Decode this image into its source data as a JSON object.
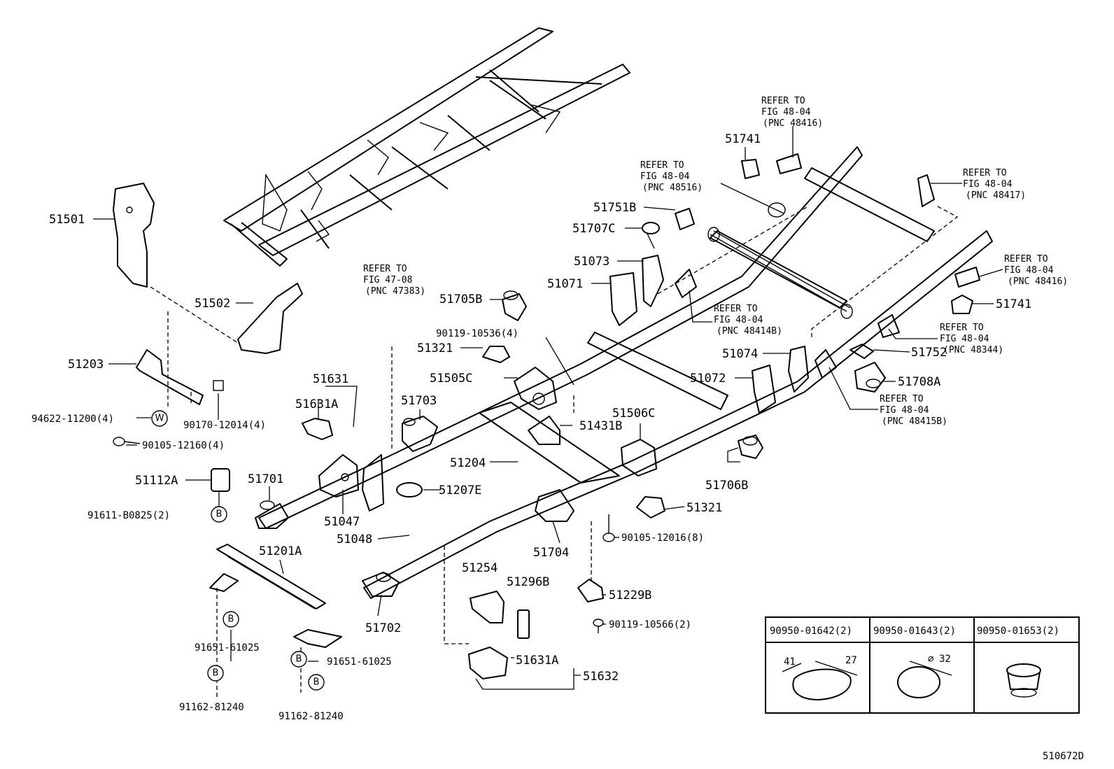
{
  "figure_id": "510672D",
  "part_labels": {
    "p51501": "51501",
    "p51502": "51502",
    "p51203": "51203",
    "p94622": "94622-11200(4)",
    "p90170": "90170-12014(4)",
    "p90105_12160": "90105-12160(4)",
    "p51112A": "51112A",
    "p91611": "91611-B0825(2)",
    "p51631": "51631",
    "p51631A": "51631A",
    "p51701": "51701",
    "p51047": "51047",
    "p51048": "51048",
    "p51201A": "51201A",
    "p91651_a": "91651-61025",
    "p91651_b": "91651-61025",
    "p91162_a": "91162-81240",
    "p91162_b": "91162-81240",
    "p51703": "51703",
    "p51207E": "51207E",
    "p51702": "51702",
    "p51705B": "51705B",
    "p90119_10536": "90119-10536(4)",
    "p51321_a": "51321",
    "p51505C": "51505C",
    "p51204": "51204",
    "p51431B": "51431B",
    "p51704": "51704",
    "p51254": "51254",
    "p51296B": "51296B",
    "p51229B": "51229B",
    "p90105_12016": "90105-12016(8)",
    "p90119_10566": "90119-10566(2)",
    "p51631A_b": "51631A",
    "p51632": "51632",
    "p51506C": "51506C",
    "p51321_b": "51321",
    "p51706B": "51706B",
    "p51751B": "51751B",
    "p51707C": "51707C",
    "p51073": "51073",
    "p51071": "51071",
    "p51074": "51074",
    "p51072": "51072",
    "p51741_a": "51741",
    "p51741_b": "51741",
    "p51752": "51752",
    "p51708A": "51708A"
  },
  "reference_notes": [
    {
      "l1": "REFER TO",
      "l2": "FIG 47-08",
      "l3": "(PNC 47383)"
    },
    {
      "l1": "REFER TO",
      "l2": "FIG 48-04",
      "l3": "(PNC 48416)"
    },
    {
      "l1": "REFER TO",
      "l2": "FIG 48-04",
      "l3": "(PNC 48516)"
    },
    {
      "l1": "REFER TO",
      "l2": "FIG 48-04",
      "l3": "(PNC 48417)"
    },
    {
      "l1": "REFER TO",
      "l2": "FIG 48-04",
      "l3": "(PNC 48416)"
    },
    {
      "l1": "REFER TO",
      "l2": "FIG 48-04",
      "l3": "(PNC 48414B)"
    },
    {
      "l1": "REFER TO",
      "l2": "FIG 48-04",
      "l3": "(PNC 48344)"
    },
    {
      "l1": "REFER TO",
      "l2": "FIG 48-04",
      "l3": "(PNC 48415B)"
    }
  ],
  "symbols": {
    "washer": "W",
    "bolt": "B"
  },
  "plug_table": {
    "headers": [
      "90950-01642(2)",
      "90950-01643(2)",
      "90950-01653(2)"
    ],
    "dim_a": "41",
    "dim_b": "27",
    "dim_c": "32",
    "dia_symbol": "⌀"
  }
}
